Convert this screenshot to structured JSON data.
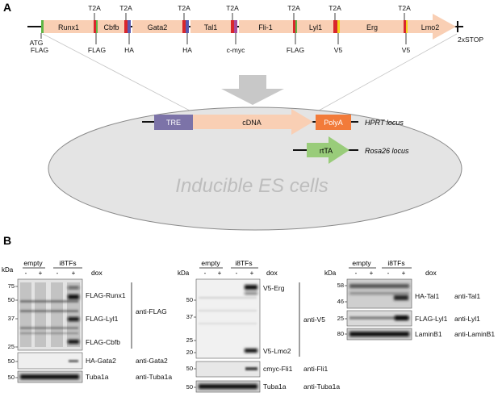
{
  "panel_a": {
    "label": "A",
    "construct": {
      "genes": [
        "Runx1",
        "Cbfb",
        "Gata2",
        "Tal1",
        "Fli-1",
        "Lyl1",
        "Erg",
        "Lmo2"
      ],
      "t2a": [
        "T2A",
        "T2A",
        "T2A",
        "T2A",
        "T2A",
        "T2A",
        "T2A"
      ],
      "tags": {
        "atg": "ATG",
        "flag1": "FLAG",
        "flag2": "FLAG",
        "ha1": "HA",
        "ha2": "HA",
        "cmyc": "c-myc",
        "flag3": "FLAG",
        "v5a": "V5",
        "v5b": "V5",
        "stop": "2xSTOP"
      }
    },
    "cassette": {
      "tre": "TRE",
      "cdna": "cDNA",
      "polya": "PolyA",
      "hprt": "HPRT locus",
      "rtta": "rtTA",
      "rosa": "Rosa26 locus"
    },
    "cell_label": "Inducible ES cells",
    "colors": {
      "gene": "#f9cfb4",
      "t2a": "#d9262c",
      "flag": "#5fb645",
      "ha": "#5a5ab0",
      "cmyc": "#a94a9b",
      "v5": "#f2d21b",
      "tre": "#7c73a8",
      "polya": "#f27b3a",
      "rtta": "#99cc7a",
      "cell": "#e4e4e4"
    }
  },
  "panel_b": {
    "label": "B",
    "kda": "kDa",
    "dox": "dox",
    "empty": "empty",
    "i8tfs": "i8TFs",
    "minus": "-",
    "plus": "+",
    "blot1": {
      "ladder": [
        "75",
        "50",
        "37",
        "25",
        "50",
        "50"
      ],
      "bands": [
        "FLAG-Runx1",
        "FLAG-Lyl1",
        "FLAG-Cbfb",
        "HA-Gata2",
        "Tuba1a"
      ],
      "antibodies": [
        "anti-FLAG",
        "anti-Gata2",
        "anti-Tuba1a"
      ]
    },
    "blot2": {
      "ladder": [
        "50",
        "37",
        "25",
        "20",
        "50",
        "50"
      ],
      "bands": [
        "V5-Erg",
        "V5-Lmo2",
        "cmyc-Fli1",
        "Tuba1a"
      ],
      "antibodies": [
        "anti-V5",
        "anti-Fli1",
        "anti-Tuba1a"
      ]
    },
    "blot3": {
      "ladder": [
        "58",
        "46",
        "25",
        "80"
      ],
      "bands": [
        "HA-Tal1",
        "FLAG-Lyl1",
        "LaminB1"
      ],
      "antibodies": [
        "anti-Tal1",
        "anti-Lyl1",
        "anti-LaminB1"
      ]
    }
  }
}
